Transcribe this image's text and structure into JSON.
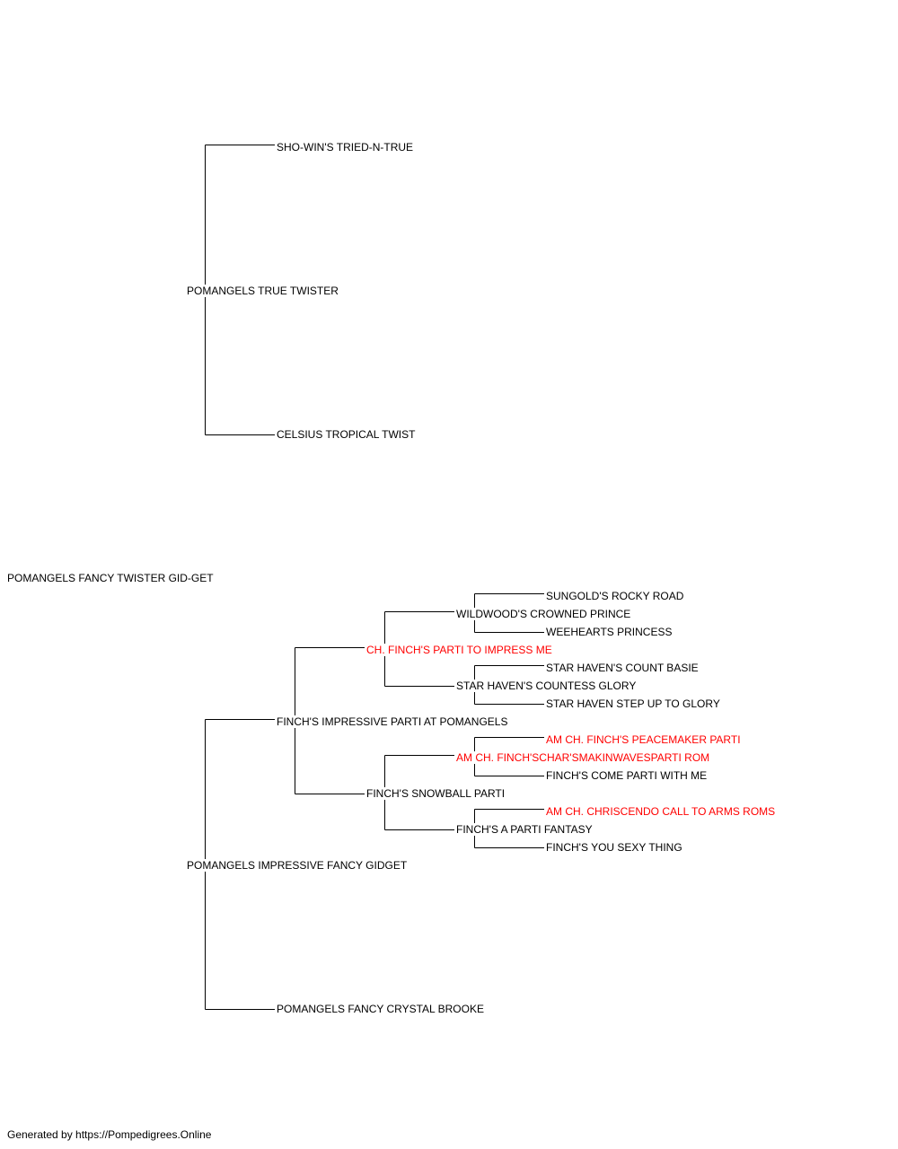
{
  "colors": {
    "normal": "#000000",
    "champion": "#ff0000",
    "line": "#000000"
  },
  "pedigree": {
    "subject": {
      "name": "POMANGELS FANCY TWISTER GID-GET",
      "champion": false
    },
    "sire": {
      "name": "POMANGELS TRUE TWISTER",
      "champion": false,
      "sire": {
        "name": "SHO-WIN'S TRIED-N-TRUE",
        "champion": false
      },
      "dam": {
        "name": "CELSIUS TROPICAL TWIST",
        "champion": false
      }
    },
    "dam": {
      "name": "POMANGELS IMPRESSIVE FANCY GIDGET",
      "champion": false,
      "sire": {
        "name": "FINCH'S IMPRESSIVE PARTI AT POMANGELS",
        "champion": false,
        "sire": {
          "name": "CH. FINCH'S PARTI TO IMPRESS ME",
          "champion": true,
          "sire": {
            "name": "WILDWOOD'S CROWNED PRINCE",
            "champion": false,
            "sire": {
              "name": "SUNGOLD'S ROCKY ROAD",
              "champion": false
            },
            "dam": {
              "name": "WEEHEARTS PRINCESS",
              "champion": false
            }
          },
          "dam": {
            "name": "STAR HAVEN'S COUNTESS GLORY",
            "champion": false,
            "sire": {
              "name": "STAR HAVEN'S COUNT BASIE",
              "champion": false
            },
            "dam": {
              "name": "STAR HAVEN STEP UP TO GLORY",
              "champion": false
            }
          }
        },
        "dam": {
          "name": "FINCH'S SNOWBALL PARTI",
          "champion": false,
          "sire": {
            "name": "AM CH. FINCH'SCHAR'SMAKINWAVESPARTI ROM",
            "champion": true,
            "sire": {
              "name": "AM CH. FINCH'S PEACEMAKER PARTI",
              "champion": true
            },
            "dam": {
              "name": "FINCH'S COME PARTI WITH ME",
              "champion": false
            }
          },
          "dam": {
            "name": "FINCH'S A PARTI FANTASY",
            "champion": false,
            "sire": {
              "name": "AM CH. CHRISCENDO CALL TO ARMS ROMS",
              "champion": true
            },
            "dam": {
              "name": "FINCH'S YOU SEXY THING",
              "champion": false
            }
          }
        }
      },
      "dam": {
        "name": "POMANGELS FANCY CRYSTAL BROOKE",
        "champion": false
      }
    }
  },
  "footer": {
    "text": "Generated by https://Pompedigrees.Online"
  }
}
